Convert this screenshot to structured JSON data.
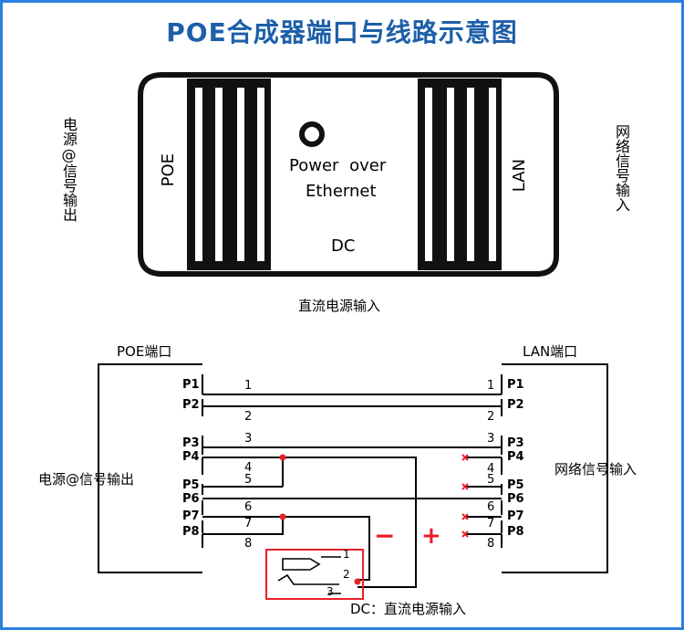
{
  "title": "POE合成器端口与线路示意图",
  "device": {
    "left_side_label": "电源@信号输出",
    "right_side_label": "网络信号输入",
    "poe_port_label": "POE",
    "lan_port_label": "LAN",
    "center_text_line1": "Power over",
    "center_text_line2": "Ethernet",
    "dc_label": "DC",
    "dc_caption": "直流电源输入"
  },
  "wiring": {
    "left_box_title": "POE端口",
    "right_box_title": "LAN端口",
    "left_box_label": "电源@信号输出",
    "right_box_label": "网络信号输入",
    "pins_left": [
      "P1",
      "P2",
      "P3",
      "P4",
      "P5",
      "P6",
      "P7",
      "P8"
    ],
    "pins_right": [
      "P1",
      "P2",
      "P3",
      "P4",
      "P5",
      "P6",
      "P7",
      "P8"
    ],
    "wire_numbers": [
      "1",
      "2",
      "3",
      "4",
      "5",
      "6",
      "7",
      "8"
    ],
    "minus_sign": "−",
    "plus_sign": "+",
    "dc_jack_pins": [
      "1",
      "2",
      "3"
    ],
    "dc_caption": "DC：直流电源输入",
    "colors": {
      "accent_red": "#e8202a",
      "title_blue": "#1d5fa8",
      "frame_blue": "#2a7fe0"
    }
  }
}
